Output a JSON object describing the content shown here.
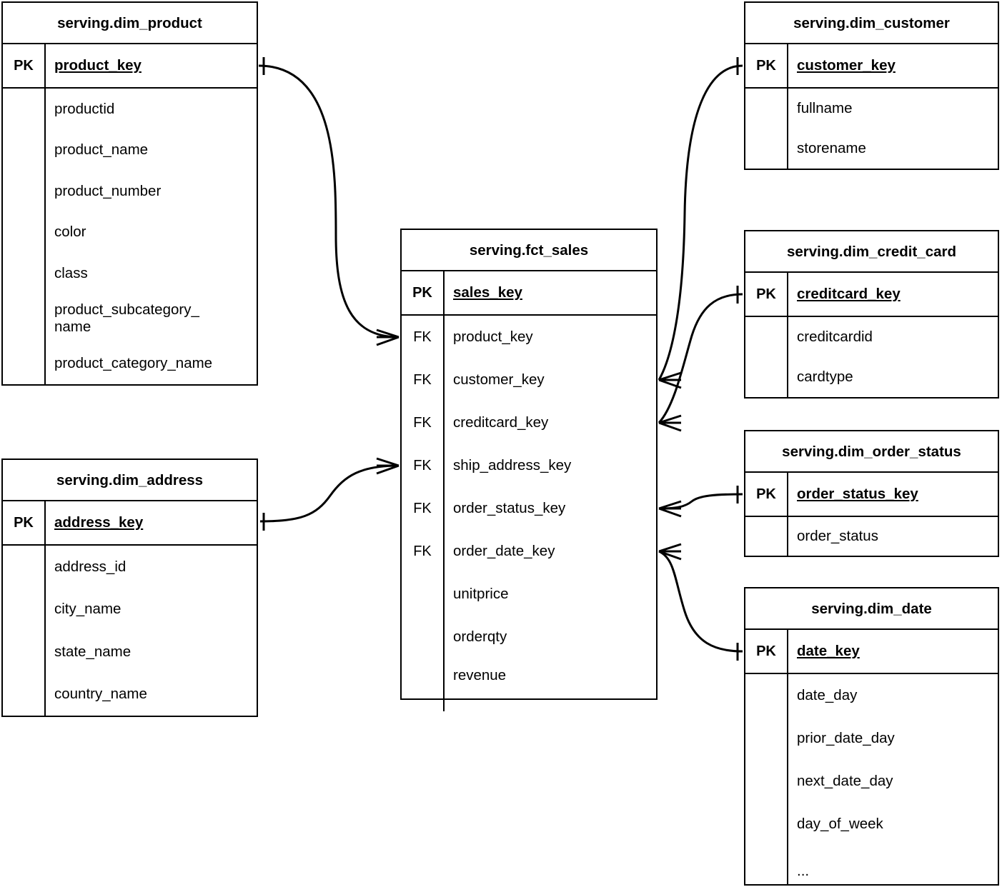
{
  "diagram": {
    "type": "entity-relationship-diagram",
    "notation": "crow-foot",
    "background_color": "#ffffff",
    "line_color": "#000000",
    "text_color": "#000000"
  },
  "entities": [
    {
      "id": "dim_product",
      "title": "serving.dim_product",
      "primary_key": {
        "marker": "PK",
        "name": "product_key"
      },
      "attributes": [
        "productid",
        "product_name",
        "product_number",
        "color",
        "class",
        "product_subcategory_\nname",
        "product_category_name"
      ]
    },
    {
      "id": "dim_address",
      "title": "serving.dim_address",
      "primary_key": {
        "marker": "PK",
        "name": "address_key"
      },
      "attributes": [
        "address_id",
        "city_name",
        "state_name",
        "country_name"
      ]
    },
    {
      "id": "fct_sales",
      "title": "serving.fct_sales",
      "primary_key": {
        "marker": "PK",
        "name": "sales_key"
      },
      "foreign_keys": [
        {
          "marker": "FK",
          "name": "product_key"
        },
        {
          "marker": "FK",
          "name": "customer_key"
        },
        {
          "marker": "FK",
          "name": "creditcard_key"
        },
        {
          "marker": "FK",
          "name": "ship_address_key"
        },
        {
          "marker": "FK",
          "name": "order_status_key"
        },
        {
          "marker": "FK",
          "name": "order_date_key"
        }
      ],
      "measures": [
        "unitprice",
        "orderqty",
        "revenue"
      ]
    },
    {
      "id": "dim_customer",
      "title": "serving.dim_customer",
      "primary_key": {
        "marker": "PK",
        "name": "customer_key"
      },
      "attributes": [
        "fullname",
        "storename"
      ]
    },
    {
      "id": "dim_credit_card",
      "title": "serving.dim_credit_card",
      "primary_key": {
        "marker": "PK",
        "name": "creditcard_key"
      },
      "attributes": [
        "creditcardid",
        "cardtype"
      ]
    },
    {
      "id": "dim_order_status",
      "title": "serving.dim_order_status",
      "primary_key": {
        "marker": "PK",
        "name": "order_status_key"
      },
      "attributes": [
        "order_status"
      ]
    },
    {
      "id": "dim_date",
      "title": "serving.dim_date",
      "primary_key": {
        "marker": "PK",
        "name": "date_key"
      },
      "attributes": [
        "date_day",
        "prior_date_day",
        "next_date_day",
        "day_of_week",
        "..."
      ]
    }
  ],
  "relationships": [
    {
      "from": "dim_product.product_key",
      "to": "fct_sales.product_key",
      "from_cardinality": "one",
      "to_cardinality": "many"
    },
    {
      "from": "dim_address.address_key",
      "to": "fct_sales.ship_address_key",
      "from_cardinality": "one",
      "to_cardinality": "many"
    },
    {
      "from": "dim_customer.customer_key",
      "to": "fct_sales.customer_key",
      "from_cardinality": "one",
      "to_cardinality": "many"
    },
    {
      "from": "dim_credit_card.creditcard_key",
      "to": "fct_sales.creditcard_key",
      "from_cardinality": "one",
      "to_cardinality": "many"
    },
    {
      "from": "dim_order_status.order_status_key",
      "to": "fct_sales.order_status_key",
      "from_cardinality": "one",
      "to_cardinality": "many"
    },
    {
      "from": "dim_date.date_key",
      "to": "fct_sales.order_date_key",
      "from_cardinality": "one",
      "to_cardinality": "many"
    }
  ]
}
